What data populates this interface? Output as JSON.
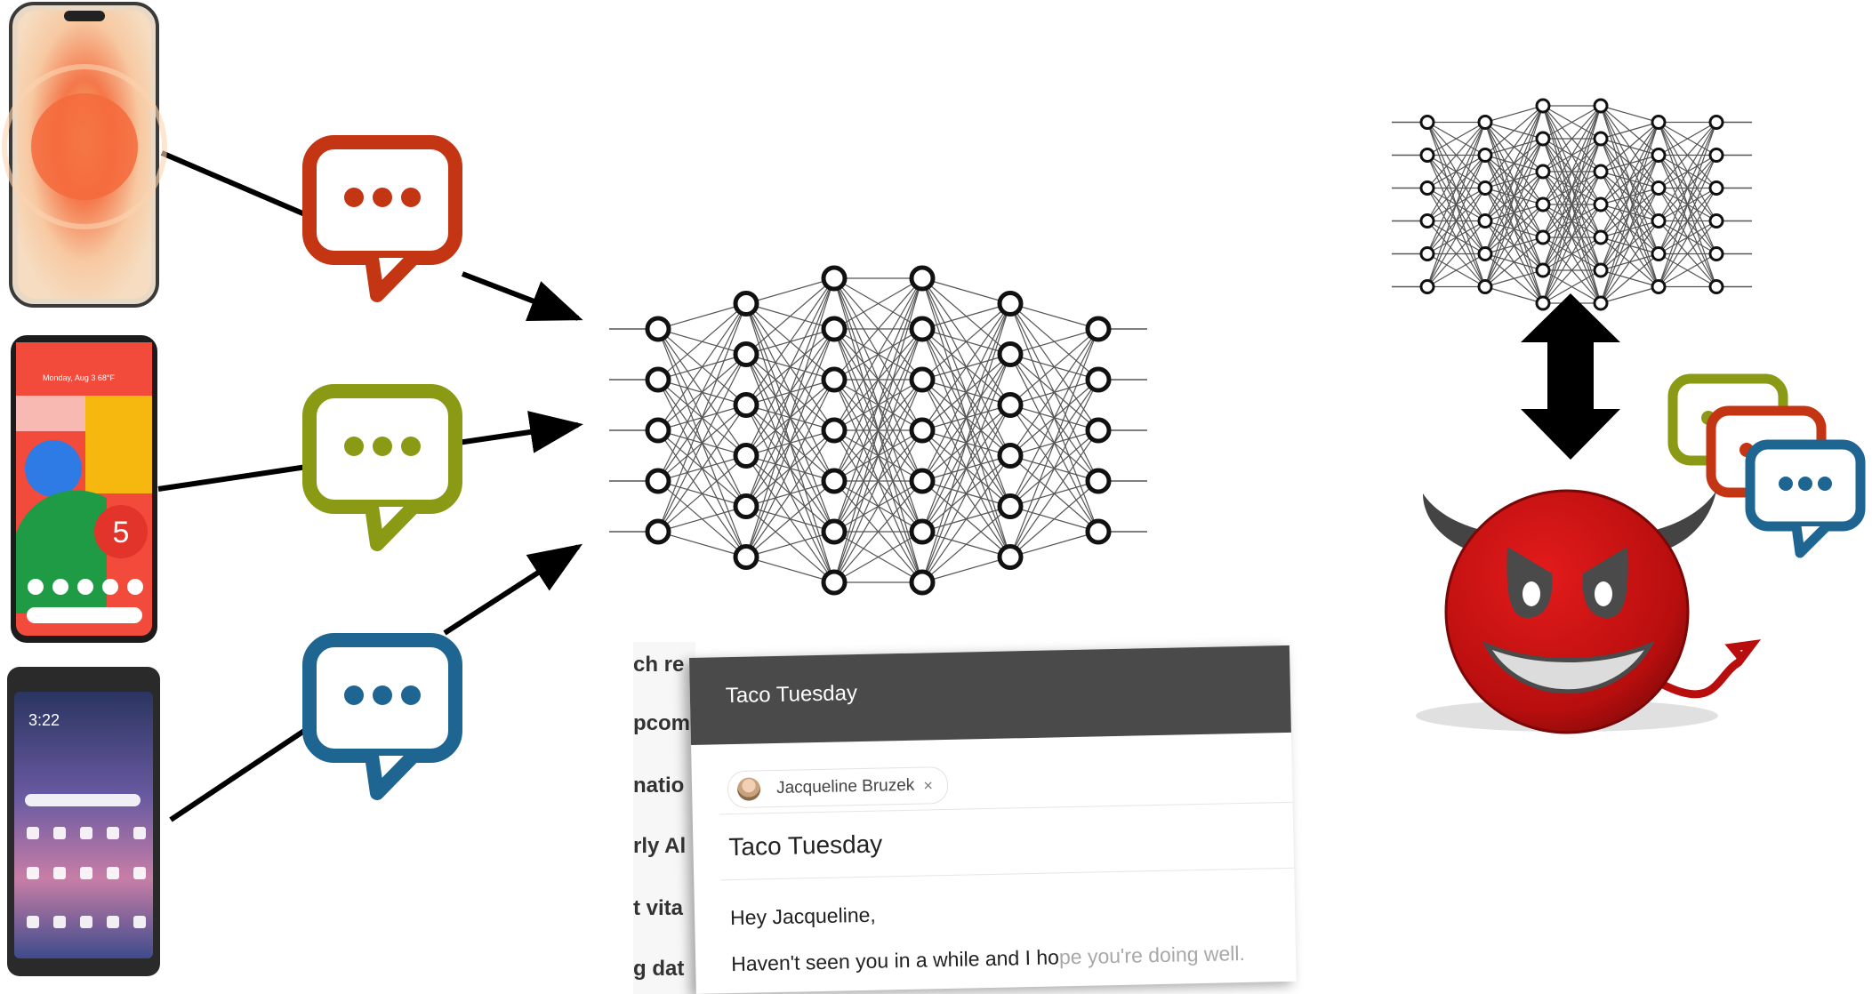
{
  "phones": [
    {
      "name": "iphone",
      "body_color": "#f2e6d8",
      "screen_color": "#f07a50"
    },
    {
      "name": "pixel",
      "status_text": "Monday, Aug 3  68°F",
      "badge_text": "5",
      "screen_color": "#f24b3b"
    },
    {
      "name": "lg",
      "clock_text": "3:22",
      "screen_color": "#3b4a8f"
    }
  ],
  "message_bubbles": [
    {
      "name": "red-bubble",
      "color": "#c33513",
      "icon": "chat-bubble-icon"
    },
    {
      "name": "green-bubble",
      "color": "#8a9a14",
      "icon": "chat-bubble-icon"
    },
    {
      "name": "blue-bubble",
      "color": "#1f6592",
      "icon": "chat-bubble-icon"
    }
  ],
  "attacker_bubbles": [
    {
      "color": "#8a9a14"
    },
    {
      "color": "#c33513"
    },
    {
      "color": "#1f6592"
    }
  ],
  "neural_network_main": {
    "layer_sizes": [
      5,
      6,
      7,
      7,
      6,
      5
    ]
  },
  "neural_network_small": {
    "layer_sizes": [
      6,
      6,
      7,
      7,
      6,
      6
    ]
  },
  "devil": {
    "face_color": "#cc1414",
    "horn_color": "#444444"
  },
  "email": {
    "header_title": "Taco Tuesday",
    "recipient": "Jacqueline Bruzek",
    "recipient_remove": "×",
    "subject": "Taco Tuesday",
    "greeting": "Hey Jacqueline,",
    "body_typed": "Haven't seen you in a while and I ho",
    "body_suggestion": "pe you're doing well.",
    "list_fragments": [
      "ch re",
      "pcom",
      "natio",
      "rly Al",
      "t vita",
      "g dat"
    ]
  }
}
